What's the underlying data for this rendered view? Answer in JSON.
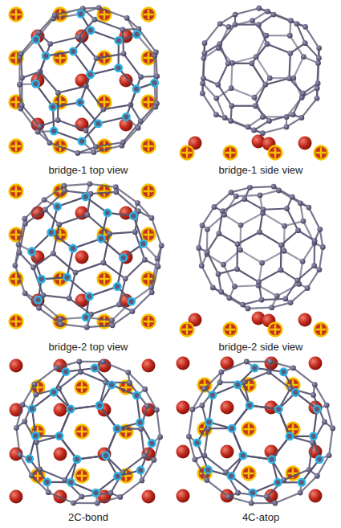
{
  "diagram": {
    "labels": [
      "bridge-1 top view",
      "bridge-1 side view",
      "bridge-2 top view",
      "bridge-2 side view",
      "2C-bond",
      "4C-atop"
    ]
  }
}
